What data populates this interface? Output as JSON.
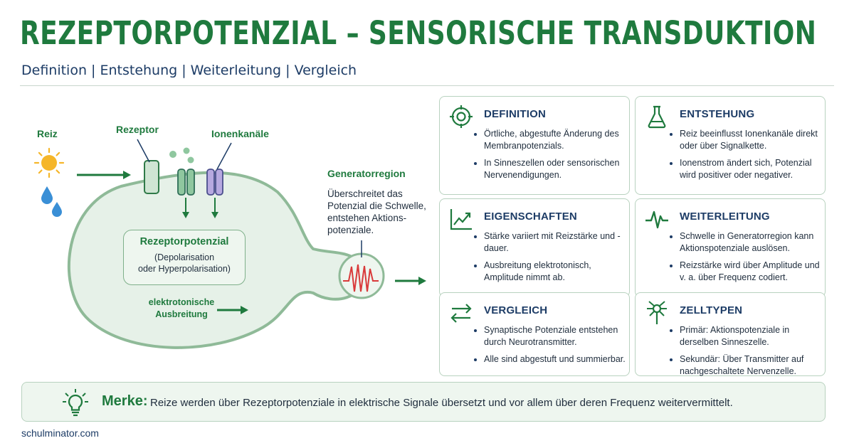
{
  "header": {
    "title": "REZEPTORPOTENZIAL – SENSORISCHE TRANSDUKTION",
    "subtitle": "Definition | Entstehung | Weiterleitung | Vergleich"
  },
  "diagram": {
    "reiz_label": "Reiz",
    "rezeptor_label": "Rezeptor",
    "ionenkanaele_label": "Ionenkanäle",
    "rezeptorpotenzial_title": "Rezeptorpotenzial",
    "rezeptorpotenzial_desc_1": "(Depolarisation",
    "rezeptorpotenzial_desc_2": "oder Hyperpolarisation)",
    "elektrotonisch_1": "elektrotonische",
    "elektrotonisch_2": "Ausbreitung",
    "generator_title": "Generatorregion",
    "generator_text": "Überschreitet das Potenzial die Schwelle, entstehen Aktions-potenziale."
  },
  "cards": [
    {
      "icon": "target-icon",
      "title": "DEFINITION",
      "bullets": [
        "Örtliche, abgestufte Änderung des Membranpotenzials.",
        "In Sinneszellen oder sensorischen Nervenendigungen."
      ]
    },
    {
      "icon": "flask-icon",
      "title": "ENTSTEHUNG",
      "bullets": [
        "Reiz beeinflusst Ionenkanäle direkt oder über Signalkette.",
        "Ionenstrom ändert sich, Potenzial wird positiver oder negativer."
      ]
    },
    {
      "icon": "trend-chart-icon",
      "title": "EIGENSCHAFTEN",
      "bullets": [
        "Stärke variiert mit Reizstärke und -dauer.",
        "Ausbreitung elektrotonisch, Amplitude nimmt ab."
      ]
    },
    {
      "icon": "pulse-icon",
      "title": "WEITERLEITUNG",
      "bullets": [
        "Schwelle in Generatorregion kann Aktionspotenziale auslösen.",
        "Reizstärke wird über Amplitude und v. a. über Frequenz codiert."
      ]
    },
    {
      "icon": "swap-arrows-icon",
      "title": "VERGLEICH",
      "bullets": [
        "Synaptische Potenziale entstehen durch Neurotransmitter.",
        "Alle sind abgestuft und summierbar."
      ]
    },
    {
      "icon": "neuron-icon",
      "title": "ZELLTYPEN",
      "bullets": [
        "Primär: Aktionspotenziale in derselben Sinneszelle.",
        "Sekundär: Über Transmitter auf nachgeschaltete Nervenzelle."
      ]
    }
  ],
  "merke": {
    "label": "Merke:",
    "text": "Reize werden über Rezeptorpotenziale in elektrische Signale übersetzt und vor allem über deren Frequenz weitervermittelt."
  },
  "footer": {
    "site": "schulminator.com"
  },
  "colors": {
    "primary_green": "#1f7a3e",
    "navy": "#1d3c66",
    "cell_fill": "#e6f1e8",
    "card_border": "#b8d2bf",
    "signal_red": "#d93a3a"
  }
}
